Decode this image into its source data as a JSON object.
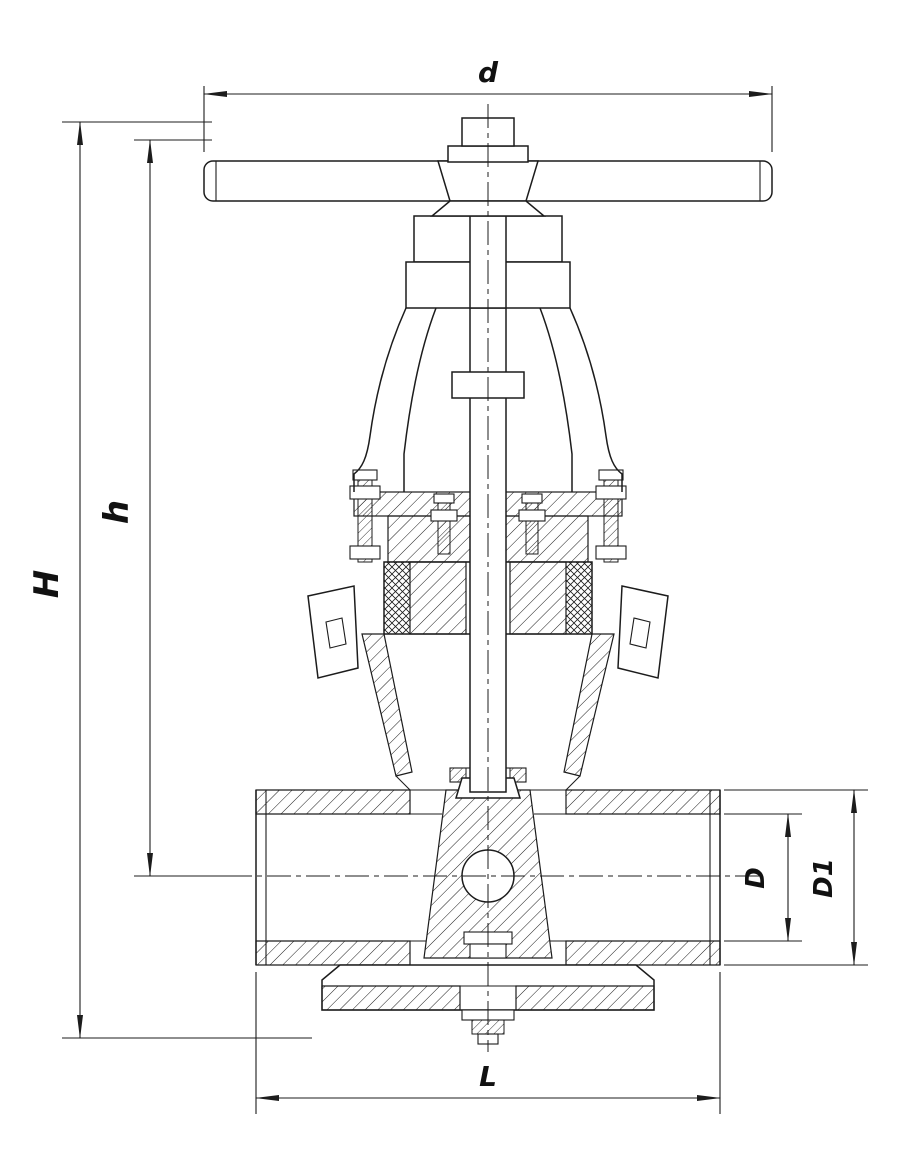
{
  "drawing": {
    "colors": {
      "ink": "#1c1c1c",
      "background": "#ffffff"
    },
    "dimensions": {
      "d": "d",
      "H": "H",
      "h": "h",
      "D": "D",
      "D1": "D1",
      "L": "L"
    }
  }
}
